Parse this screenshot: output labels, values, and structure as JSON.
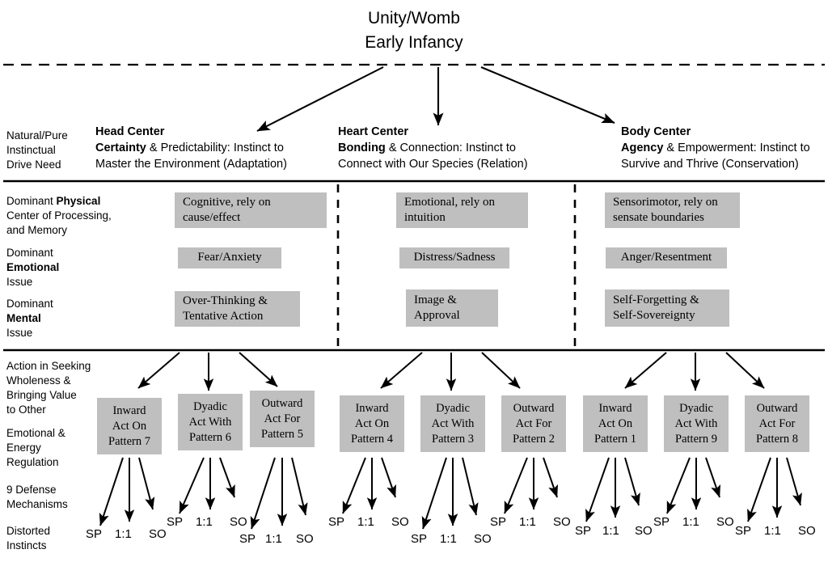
{
  "diagram": {
    "title_lines": [
      "Unity/Womb",
      "Early Infancy"
    ],
    "row_labels": [
      {
        "id": "instinctual-drive-need",
        "lines": [
          "Natural/Pure",
          "Instinctual",
          "Drive Need"
        ]
      },
      {
        "id": "dominant-physical",
        "lines": [
          "Dominant <b>Physical</b>",
          "Center of Processing,",
          "and Memory"
        ]
      },
      {
        "id": "dominant-emotional",
        "lines": [
          "Dominant",
          "<b>Emotional</b>",
          "Issue"
        ]
      },
      {
        "id": "dominant-mental",
        "lines": [
          "Dominant",
          "<b>Mental</b>",
          "Issue"
        ]
      },
      {
        "id": "action-seeking-wholeness",
        "lines": [
          "Action in Seeking",
          "Wholeness &amp;",
          "Bringing Value",
          "to Other"
        ]
      },
      {
        "id": "emotional-energy-regulation",
        "lines": [
          "Emotional &amp;",
          "Energy",
          "Regulation"
        ]
      },
      {
        "id": "defense-mechanisms",
        "lines": [
          "9 Defense",
          "Mechanisms"
        ]
      },
      {
        "id": "distorted-instincts",
        "lines": [
          "Distorted",
          "Instincts"
        ]
      }
    ],
    "centers": [
      {
        "id": "head",
        "title": "Head Center",
        "keyword": "Certainty",
        "rest_line1": " & Predictability: Instinct to",
        "line2": "Master the Environment (Adaptation)",
        "physical": "Cognitive, rely on cause/effect",
        "emotional": "Fear/Anxiety",
        "mental": "Over-Thinking & Tentative Action"
      },
      {
        "id": "heart",
        "title": "Heart Center",
        "keyword": "Bonding",
        "rest_line1": " & Connection: Instinct to",
        "line2": "Connect with Our Species (Relation)",
        "physical": "Emotional, rely on intuition",
        "emotional": "Distress/Sadness",
        "mental": "Image & Approval"
      },
      {
        "id": "body",
        "title": "Body Center",
        "keyword": "Agency",
        "rest_line1": " & Empowerment: Instinct to",
        "line2": "Survive and Thrive (Conservation)",
        "physical": "Sensorimotor, rely on sensate boundaries",
        "emotional": "Anger/Resentment",
        "mental": "Self-Forgetting & Self-Sovereignty"
      }
    ],
    "patterns": [
      {
        "id": "pattern-7",
        "l1": "Inward",
        "l2": "Act On",
        "l3": "Pattern 7"
      },
      {
        "id": "pattern-6",
        "l1": "Dyadic",
        "l2": "Act With",
        "l3": "Pattern 6"
      },
      {
        "id": "pattern-5",
        "l1": "Outward",
        "l2": "Act For",
        "l3": "Pattern 5"
      },
      {
        "id": "pattern-4",
        "l1": "Inward",
        "l2": "Act On",
        "l3": "Pattern 4"
      },
      {
        "id": "pattern-3",
        "l1": "Dyadic",
        "l2": "Act With",
        "l3": "Pattern 3"
      },
      {
        "id": "pattern-2",
        "l1": "Outward",
        "l2": "Act For",
        "l3": "Pattern 2"
      },
      {
        "id": "pattern-1",
        "l1": "Inward",
        "l2": "Act On",
        "l3": "Pattern 1"
      },
      {
        "id": "pattern-9",
        "l1": "Dyadic",
        "l2": "Act With",
        "l3": "Pattern 9"
      },
      {
        "id": "pattern-8",
        "l1": "Outward",
        "l2": "Act For",
        "l3": "Pattern 8"
      }
    ],
    "instinct_labels": [
      "SP",
      "1:1",
      "SO"
    ],
    "instinct_groups": [
      {
        "id": "instincts-pattern-7",
        "sp": "SP",
        "oneone": "1:1",
        "so": "SO"
      },
      {
        "id": "instincts-pattern-6",
        "sp": "SP",
        "oneone": "1:1",
        "so": "SO"
      },
      {
        "id": "instincts-pattern-5",
        "sp": "SP",
        "oneone": "1:1",
        "so": "SO"
      },
      {
        "id": "instincts-pattern-4",
        "sp": "SP",
        "oneone": "1:1",
        "so": "SO"
      },
      {
        "id": "instincts-pattern-3",
        "sp": "SP",
        "oneone": "1:1",
        "so": "SO"
      },
      {
        "id": "instincts-pattern-2",
        "sp": "SP",
        "oneone": "1:1",
        "so": "SO"
      },
      {
        "id": "instincts-pattern-1",
        "sp": "SP",
        "oneone": "1:1",
        "so": "SO"
      },
      {
        "id": "instincts-pattern-9",
        "sp": "SP",
        "oneone": "1:1",
        "so": "SO"
      },
      {
        "id": "instincts-pattern-8",
        "sp": "SP",
        "oneone": "1:1",
        "so": "SO"
      }
    ],
    "colors": {
      "box_fill": "#bfbfbf",
      "line": "#000000",
      "background": "#ffffff"
    }
  }
}
